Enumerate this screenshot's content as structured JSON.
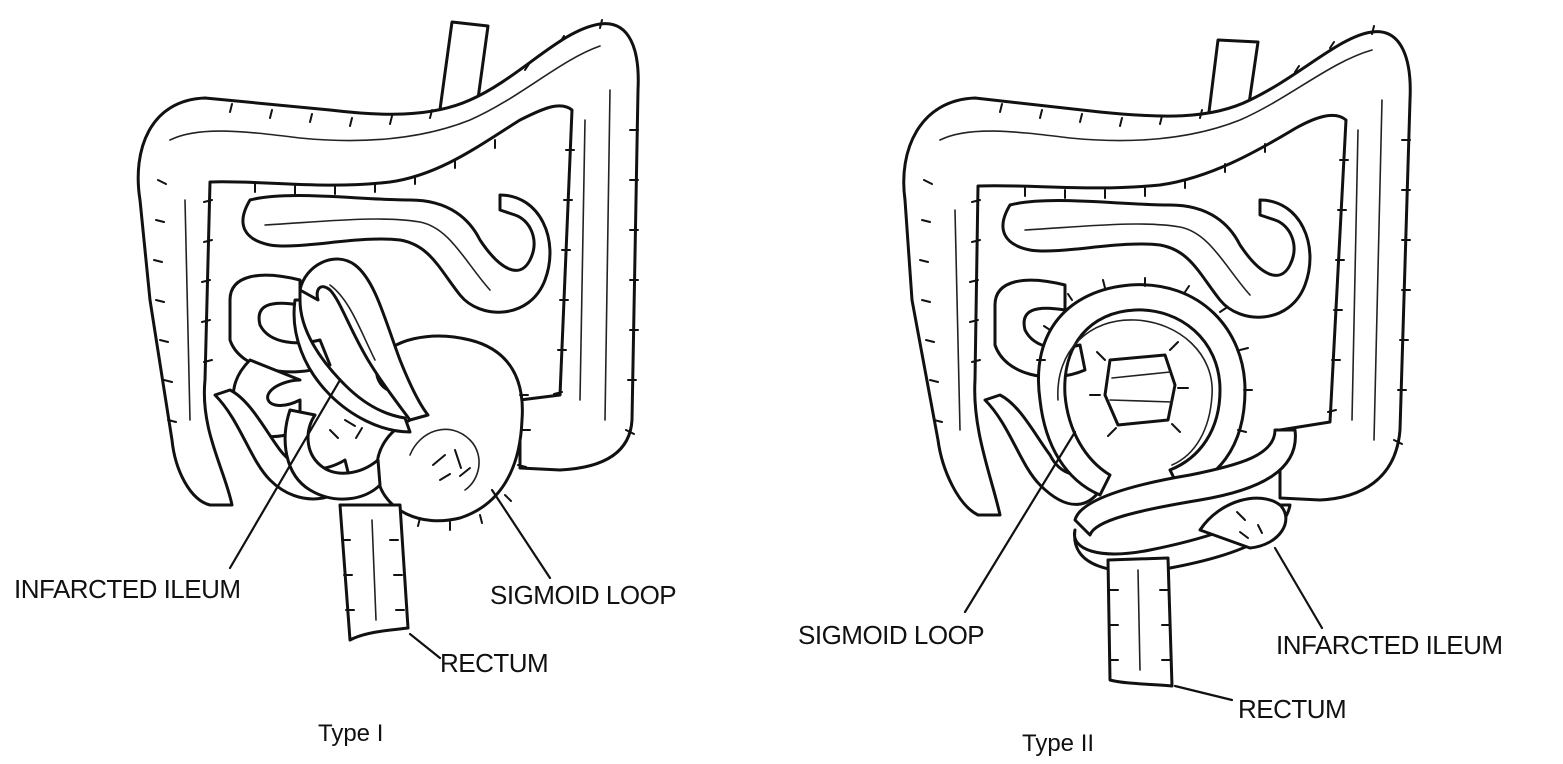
{
  "figure": {
    "panels": [
      {
        "caption": "Type I",
        "labels": {
          "infarcted_ileum": "INFARCTED ILEUM",
          "sigmoid_loop": "SIGMOID LOOP",
          "rectum": "RECTUM"
        }
      },
      {
        "caption": "Type II",
        "labels": {
          "sigmoid_loop": "SIGMOID LOOP",
          "infarcted_ileum": "INFARCTED ILEUM",
          "rectum": "RECTUM"
        }
      }
    ]
  }
}
